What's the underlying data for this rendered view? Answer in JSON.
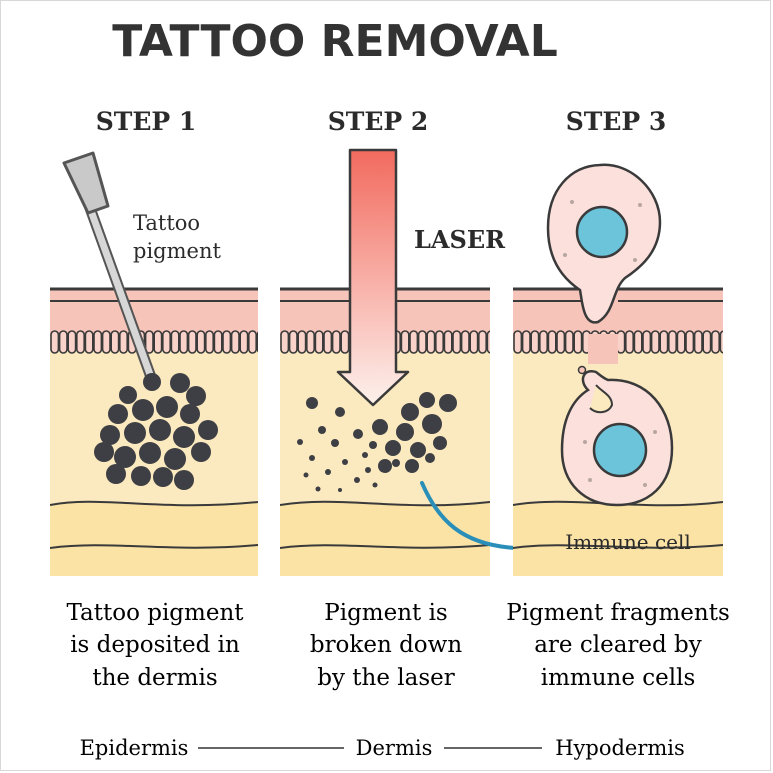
{
  "title": "TATTOO REMOVAL",
  "steps": [
    {
      "label": "STEP 1",
      "caption": [
        "Tattoo pigment",
        "is deposited in",
        "the dermis"
      ]
    },
    {
      "label": "STEP 2",
      "caption": [
        "Pigment is",
        "broken down",
        "by the laser"
      ]
    },
    {
      "label": "STEP 3",
      "caption": [
        "Pigment fragments",
        "are cleared by",
        "immune cells"
      ]
    }
  ],
  "labels": {
    "tattoo_pigment": [
      "Tattoo",
      "pigment"
    ],
    "laser": "LASER",
    "immune_cell": "Immune cell"
  },
  "legend": {
    "epidermis": "Epidermis",
    "dermis": "Dermis",
    "hypodermis": "Hypodermis"
  },
  "colors": {
    "epidermis": "#f6c4b8",
    "dermis": "#fbe9bf",
    "hypodermis": "#fbe3a6",
    "outline": "#3a3a3a",
    "pigment": "#3d3f44",
    "laser_top": "#f26a5e",
    "laser_bottom": "#fdf1ec",
    "cell_body": "#fbe0dc",
    "nucleus": "#6cc4da",
    "arrow": "#2a8fb8"
  }
}
